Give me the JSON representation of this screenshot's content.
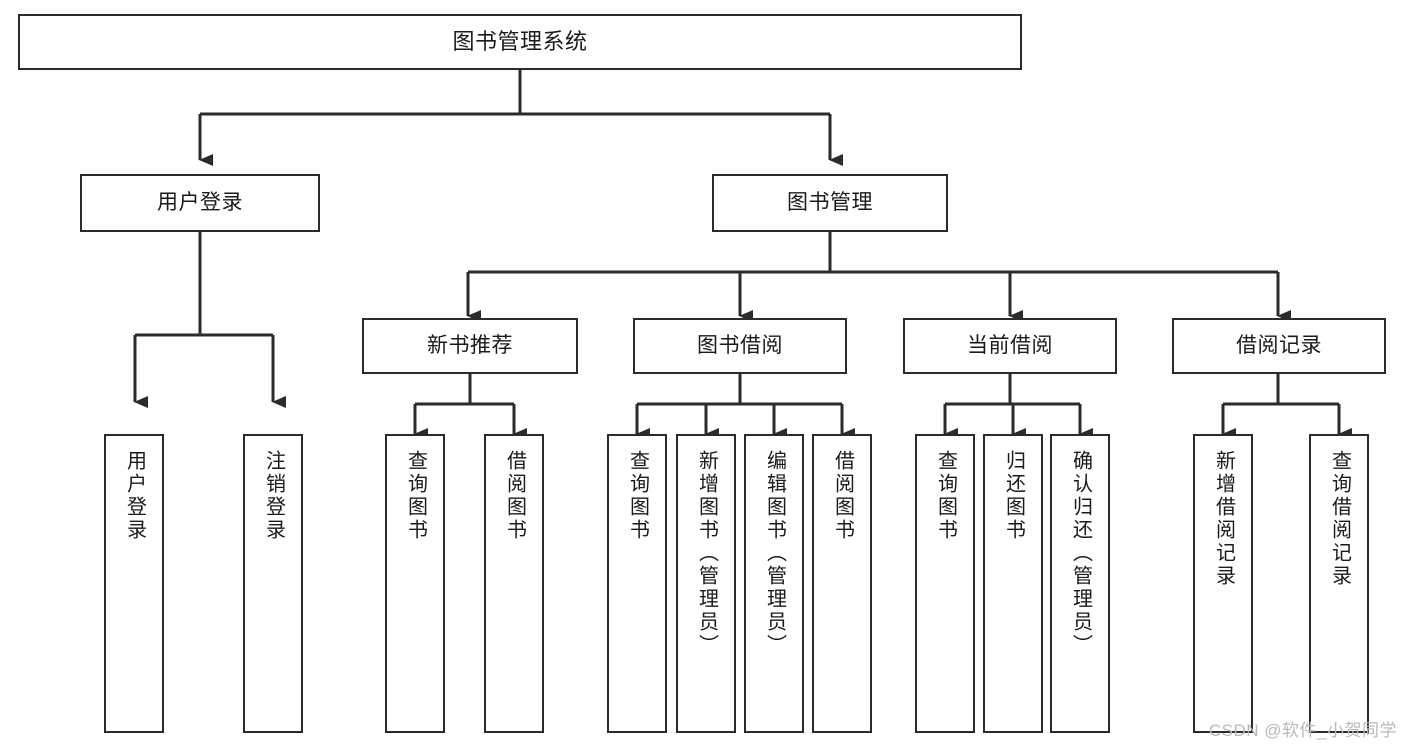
{
  "diagram": {
    "title": "图书管理系统",
    "type": "tree-hierarchy-chart",
    "watermark": "CSDN @软件_小贺同学",
    "colors": {
      "background": "#ffffff",
      "box_border": "#2b2b2b",
      "box_fill": "#ffffff",
      "connector": "#2b2b2b",
      "text": "#1a1a1a",
      "watermark": "#b9b9b9"
    }
  },
  "nodes": {
    "root": {
      "label": "图书管理系统"
    },
    "level1": [
      {
        "label": "用户登录"
      },
      {
        "label": "图书管理"
      }
    ],
    "level2": [
      {
        "label": "新书推荐"
      },
      {
        "label": "图书借阅"
      },
      {
        "label": "当前借阅"
      },
      {
        "label": "借阅记录"
      }
    ],
    "leaves": {
      "user_login": [
        {
          "label": "用户登录"
        },
        {
          "label": "注销登录"
        }
      ],
      "new_book_recommend": [
        {
          "label": "查询图书"
        },
        {
          "label": "借阅图书"
        }
      ],
      "book_borrow": [
        {
          "label": "查询图书"
        },
        {
          "label": "新增图书（管理员）"
        },
        {
          "label": "编辑图书（管理员）"
        },
        {
          "label": "借阅图书"
        }
      ],
      "current_borrow": [
        {
          "label": "查询图书"
        },
        {
          "label": "归还图书"
        },
        {
          "label": "确认归还（管理员）"
        }
      ],
      "borrow_record": [
        {
          "label": "新增借阅记录"
        },
        {
          "label": "查询借阅记录"
        }
      ]
    }
  }
}
